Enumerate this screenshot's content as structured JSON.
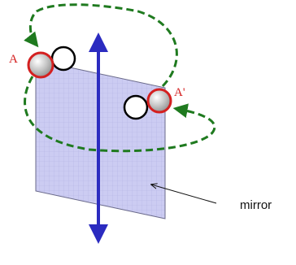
{
  "labels": {
    "point_a": "A",
    "point_a_prime": "A'",
    "mirror": "mirror"
  },
  "colors": {
    "mirror_fill": "#ccccf2",
    "mirror_grid": "#b2b2e2",
    "mirror_edge": "#6a6a8a",
    "axis": "#2b2bc0",
    "path": "#1f7a1f",
    "ball_ring": "#d42020",
    "label": "#d42020"
  },
  "icons": {
    "axis": "double-headed-arrow",
    "path": "dashed-curved-arrow"
  }
}
